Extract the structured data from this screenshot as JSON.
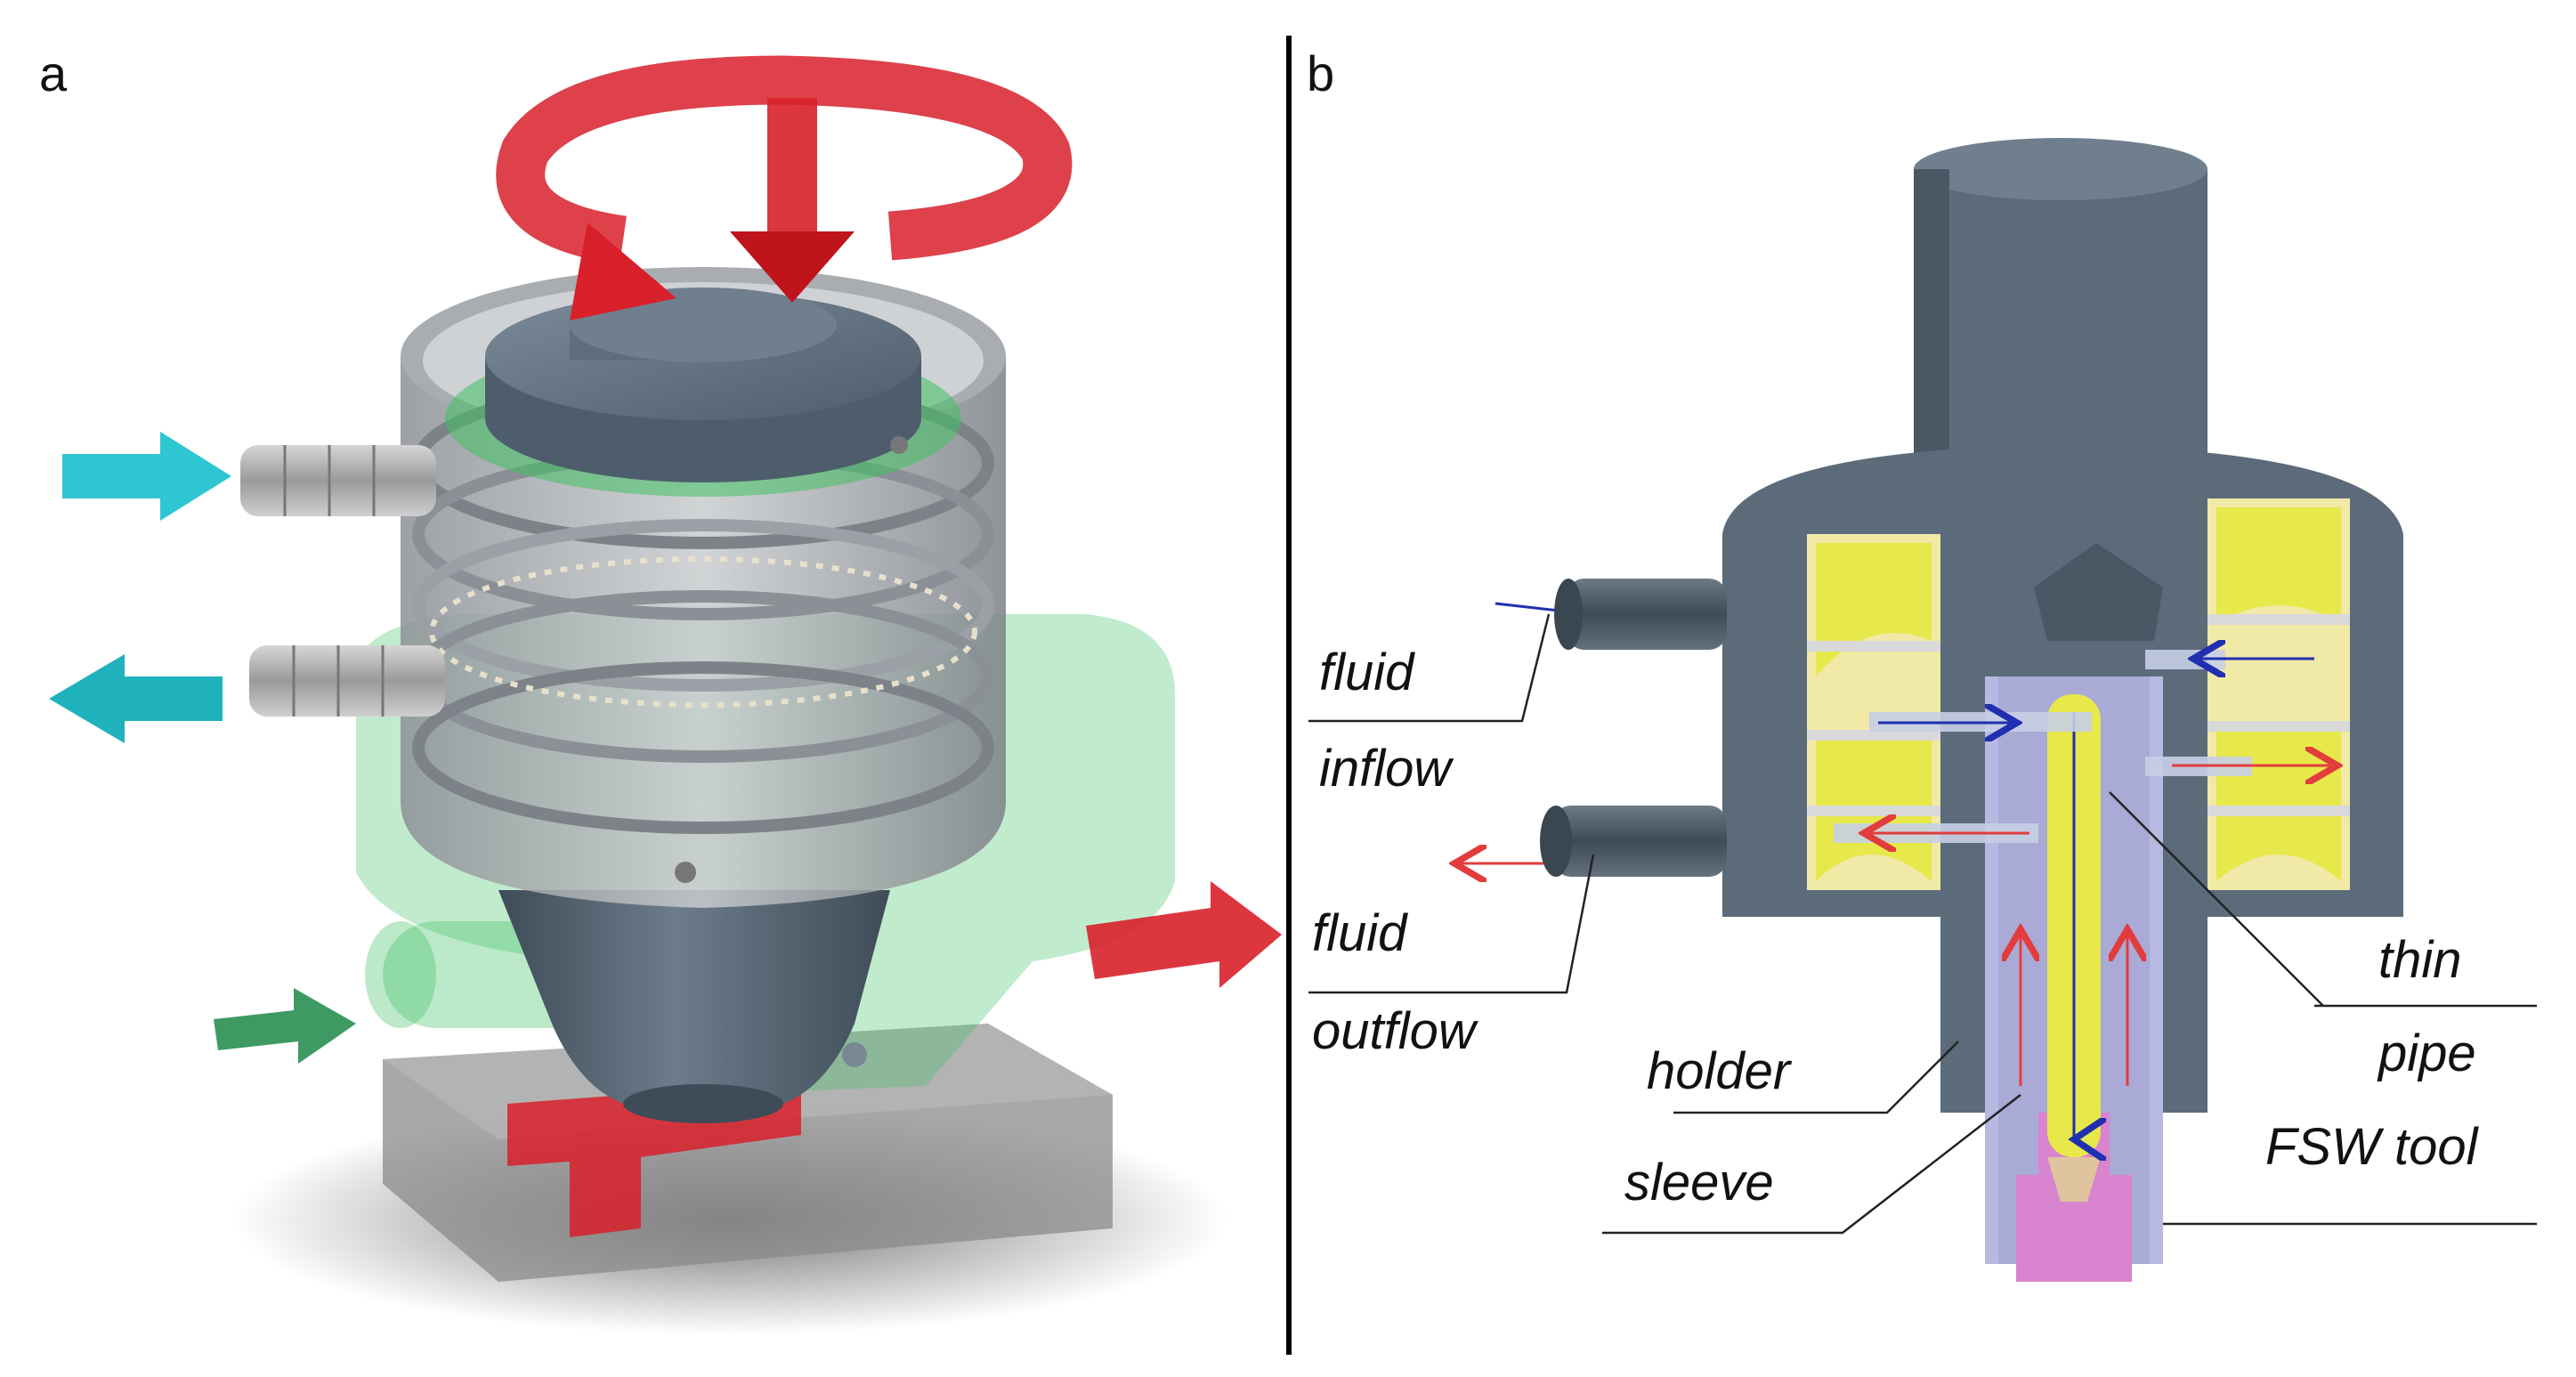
{
  "panels": {
    "a": {
      "letter": "a"
    },
    "b": {
      "letter": "b"
    }
  },
  "labels": {
    "fluid_inflow_1": "fluid",
    "fluid_inflow_2": "inflow",
    "fluid_outflow_1": "fluid",
    "fluid_outflow_2": "outflow",
    "holder": "holder",
    "sleeve": "sleeve",
    "thin_1": "thin",
    "thin_2": "pipe",
    "fsw_tool": "FSW tool"
  },
  "colors": {
    "steel": "#5b6b7a",
    "steel_dark": "#3f4c58",
    "steel_light": "#8795a3",
    "green_glass": "#3fc163",
    "red_arrow": "#d8202a",
    "cyan_arrow": "#2ec6d1",
    "green_arrow": "#3e9a62",
    "yellow_part": "#e7e84a",
    "sleeve_lavender": "#b8b9e0",
    "tool_pink": "#d884cf",
    "flow_blue": "#1f2fb0",
    "flow_red": "#e23c3c",
    "base_gray": "#9a9a9a"
  }
}
